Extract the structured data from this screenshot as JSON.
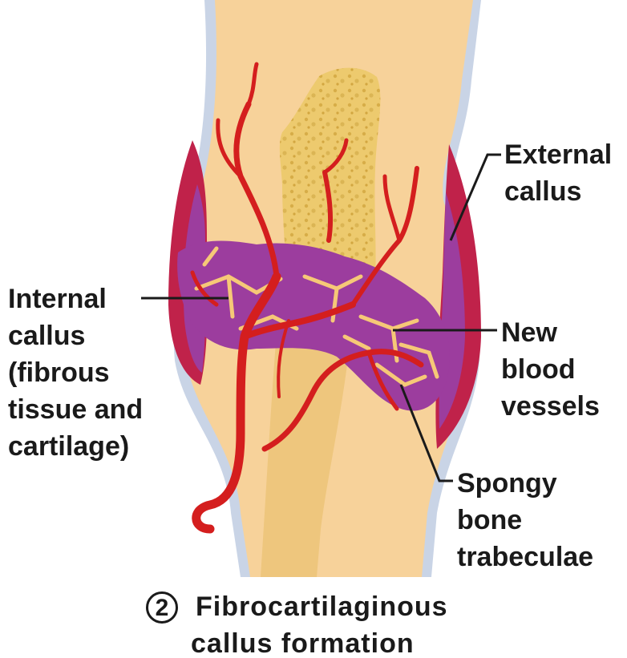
{
  "labels": {
    "internal": [
      "Internal",
      "callus",
      "(fibrous",
      "tissue and",
      "cartilage)"
    ],
    "external": [
      "External",
      "callus"
    ],
    "vessels": [
      "New",
      "blood",
      "vessels"
    ],
    "spongy": [
      "Spongy",
      "bone",
      "trabeculae"
    ]
  },
  "caption": {
    "number": "2",
    "line1": "Fibrocartilaginous",
    "line2": "callus formation"
  },
  "colors": {
    "background": "#ffffff",
    "bone": "#f7d29a",
    "bone_outline": "#c9d4e6",
    "medullary_bone": "#e9c56a",
    "callus_purple": "#9c3d9e",
    "callus_red": "#c0224a",
    "vessel_red": "#d41e1e",
    "text": "#1a1a1a"
  }
}
